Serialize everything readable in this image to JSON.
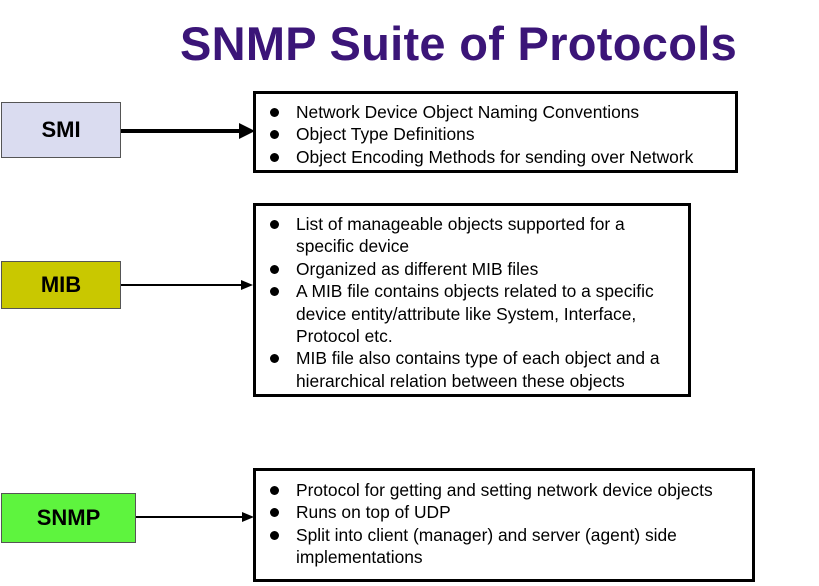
{
  "title": "SNMP Suite of Protocols",
  "colors": {
    "title": "#3b1578",
    "smi_fill": "#dadcf0",
    "mib_fill": "#c9c800",
    "snmp_fill": "#5ef43e"
  },
  "rows": [
    {
      "label": "SMI",
      "items": [
        "Network Device Object Naming Conventions",
        "Object Type Definitions",
        "Object Encoding Methods for sending over Network"
      ]
    },
    {
      "label": "MIB",
      "items": [
        "List of  manageable objects supported for a specific device",
        "Organized as different MIB files",
        "A MIB file contains objects related to a specific device entity/attribute like System, Interface, Protocol etc.",
        "MIB file also contains type of each object and a hierarchical relation between these objects"
      ]
    },
    {
      "label": "SNMP",
      "items": [
        "Protocol for getting and setting network device objects",
        "Runs on top of UDP",
        "Split into client (manager) and server (agent) side implementations"
      ]
    }
  ]
}
